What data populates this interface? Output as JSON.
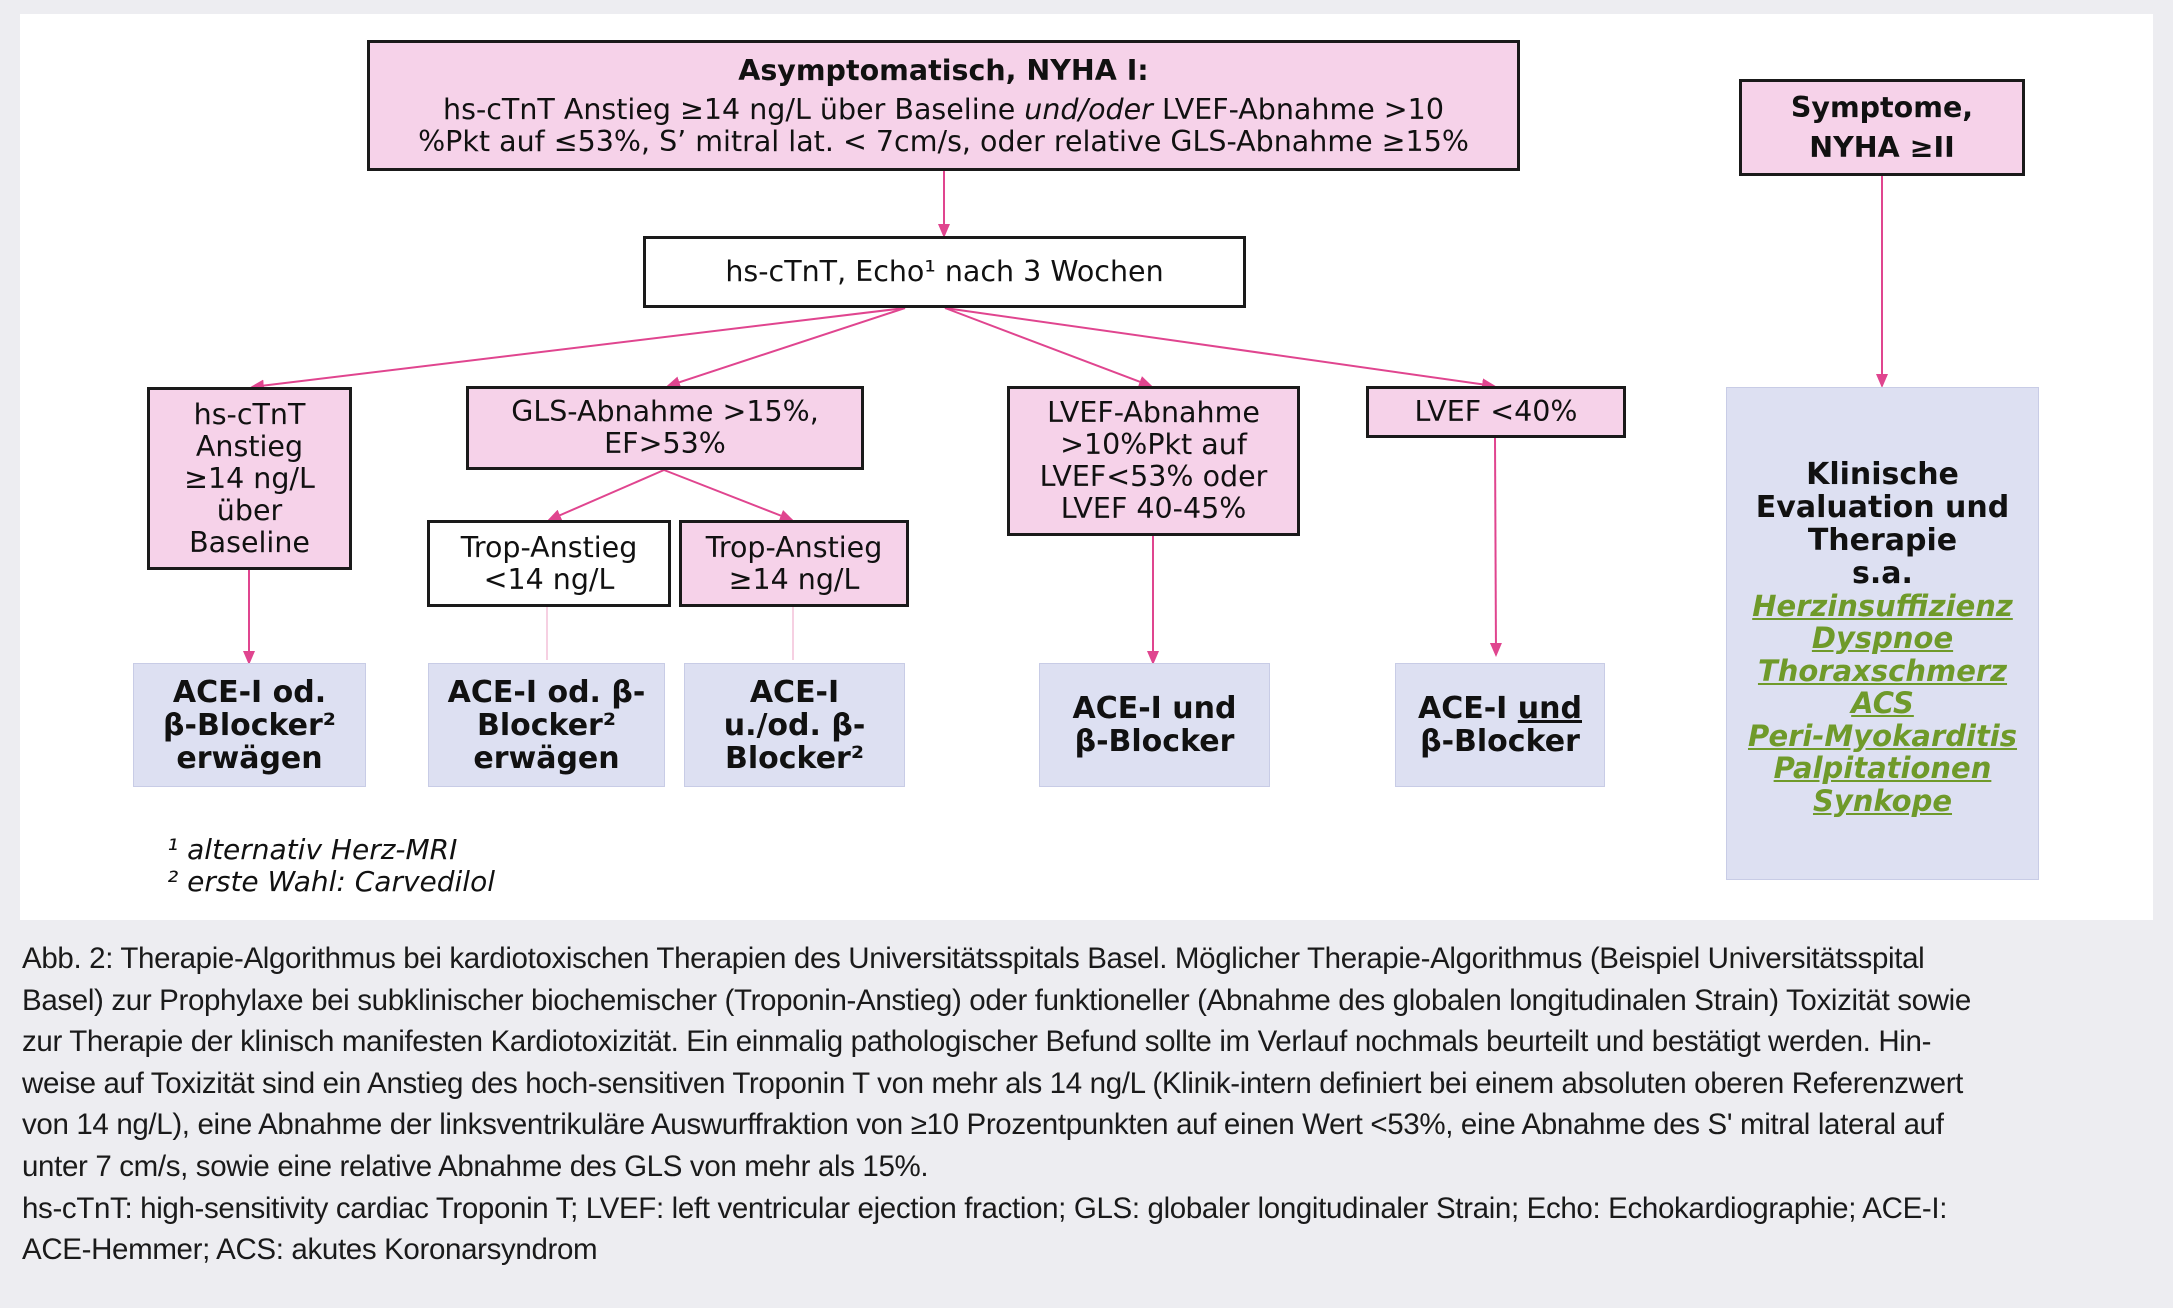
{
  "top_box": {
    "title": "Asymptomatisch, NYHA I:",
    "line1_a": "hs-cTnT Anstieg ≥14 ng/L über Baseline ",
    "line1_b": "und/oder",
    "line1_c": " LVEF-Abnahme >10",
    "line2": "%Pkt auf ≤53%, S’ mitral lat. < 7cm/s, oder relative GLS-Abnahme ≥15%"
  },
  "symptom_box": {
    "line1": "Symptome,",
    "line2": "NYHA ≥II"
  },
  "followup_box": {
    "text": "hs-cTnT, Echo¹ nach 3 Wochen"
  },
  "criteria": {
    "hs_ctnt": [
      "hs-cTnT",
      "Anstieg",
      "≥14 ng/L",
      "über",
      "Baseline"
    ],
    "gls": [
      "GLS-Abnahme >15%,",
      "EF>53%"
    ],
    "lvef_drop": [
      "LVEF-Abnahme",
      ">10%Pkt auf",
      "LVEF<53% oder",
      "LVEF 40-45%"
    ],
    "lvef_low": [
      "LVEF <40%"
    ],
    "trop_low": [
      "Trop-Anstieg",
      "<14 ng/L"
    ],
    "trop_high": [
      "Trop-Anstieg",
      "≥14 ng/L"
    ]
  },
  "therapy": {
    "t1": [
      "ACE-I od.",
      "β-Blocker²",
      "erwägen"
    ],
    "t2": [
      "ACE-I od. β-",
      "Blocker²",
      "erwägen"
    ],
    "t3": [
      "ACE-I",
      "u./od. β-",
      "Blocker²"
    ],
    "t4": [
      "ACE-I und",
      "β-Blocker"
    ],
    "t5_a": "ACE-I ",
    "t5_b": "und",
    "t5_c": "β-Blocker"
  },
  "clinical": {
    "heading": [
      "Klinische",
      "Evaluation und",
      "Therapie",
      "s.a."
    ],
    "links": [
      "Herzinsuffizienz",
      "Dyspnoe",
      "Thoraxschmerz",
      "ACS",
      "Peri-Myokarditis",
      "Palpitationen",
      "Synkope"
    ]
  },
  "footnotes": [
    "¹ alternativ Herz-MRI",
    "² erste Wahl: Carvedilol"
  ],
  "caption_lines": [
    "Abb. 2: Therapie-Algorithmus bei kardiotoxischen Therapien des Universitätsspitals Basel. Möglicher Therapie-Algorithmus (Beispiel Universitätsspital",
    "Basel) zur Prophylaxe bei subklinischer biochemischer (Troponin-Anstieg) oder funktioneller (Abnahme des globalen longitudinalen Strain) Toxizität sowie",
    "zur Therapie der klinisch manifesten Kardiotoxizität. Ein einmalig pathologischer Befund sollte im Verlauf nochmals beurteilt und bestätigt werden. Hin-",
    "weise auf Toxizität sind ein Anstieg des hoch-sensitiven Troponin T von mehr als 14 ng/L (Klinik-intern definiert bei einem absoluten oberen Referenzwert",
    "von 14 ng/L), eine Abnahme der linksventrikuläre Auswurffraktion von ≥10 Prozentpunkten auf einen Wert <53%, eine Abnahme des S' mitral lateral auf",
    "unter 7 cm/s, sowie eine relative Abnahme des GLS von mehr als 15%.",
    "hs-cTnT: high-sensitivity cardiac Troponin T; LVEF: left ventricular ejection fraction; GLS: globaler longitudinaler Strain; Echo: Echokardiographie; ACE-I:",
    "ACE-Hemmer; ACS: akutes Koronarsyndrom"
  ],
  "colors": {
    "pink_fill": "#f6d2e9",
    "blue_fill": "#dde0f2",
    "arrow": "#e0458f",
    "link_green": "#6f9a2a",
    "panel_bg": "#ededf1"
  }
}
